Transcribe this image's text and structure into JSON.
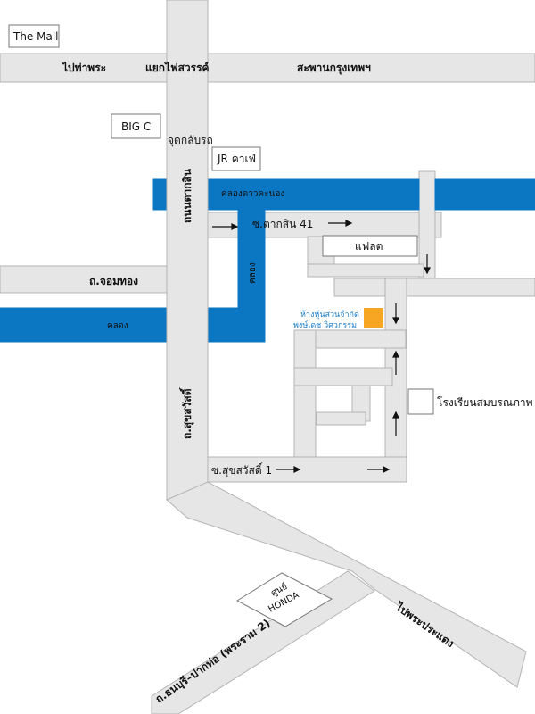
{
  "map": {
    "labels": {
      "the_mall": "The Mall",
      "to_tha_phra": "ไปท่าพระ",
      "yaek_fai_sawan": "แยกไฟสวรรค์",
      "saphan_krungthep": "สะพานกรุงเทพฯ",
      "big_c": "BIG C",
      "bus_stop": "จุดกลับรถ",
      "jr_cafe": "JR คาเฟ่",
      "khlong_dao_khanong": "คลองดาวคะนอง",
      "thanon_taksin": "ถนนตากสิน",
      "soi_taksin_41": "ซ.ตากสิน 41",
      "flat": "แฟลต",
      "khlong_vertical": "คลอง",
      "tha_jomthong": "ถ.จอมทอง",
      "khlong_left": "คลอง",
      "company_name_1": "ห้างหุ้นส่วนจำกัด",
      "company_name_2": "พงษ์เดช วิศวกรรม",
      "thanon_suksawat": "ถ.สุขสวัสดิ์",
      "school": "โรงเรียนสมบรณภาพ",
      "soi_suksawat_1": "ซ.สุขสวัสดิ์ 1",
      "honda_1": "ศูนย์",
      "honda_2": "HONDA",
      "to_phra_pradaeng": "ไปพระประแดง",
      "thon_buri_pak_tho": "ถ.ธนบุรี–ปากท่อ (พระราม 2)"
    },
    "colors": {
      "road_fill": "#e6e6e6",
      "road_edge": "#b4b4b4",
      "canal": "#0b77c3",
      "destination": "#f6a623"
    }
  }
}
